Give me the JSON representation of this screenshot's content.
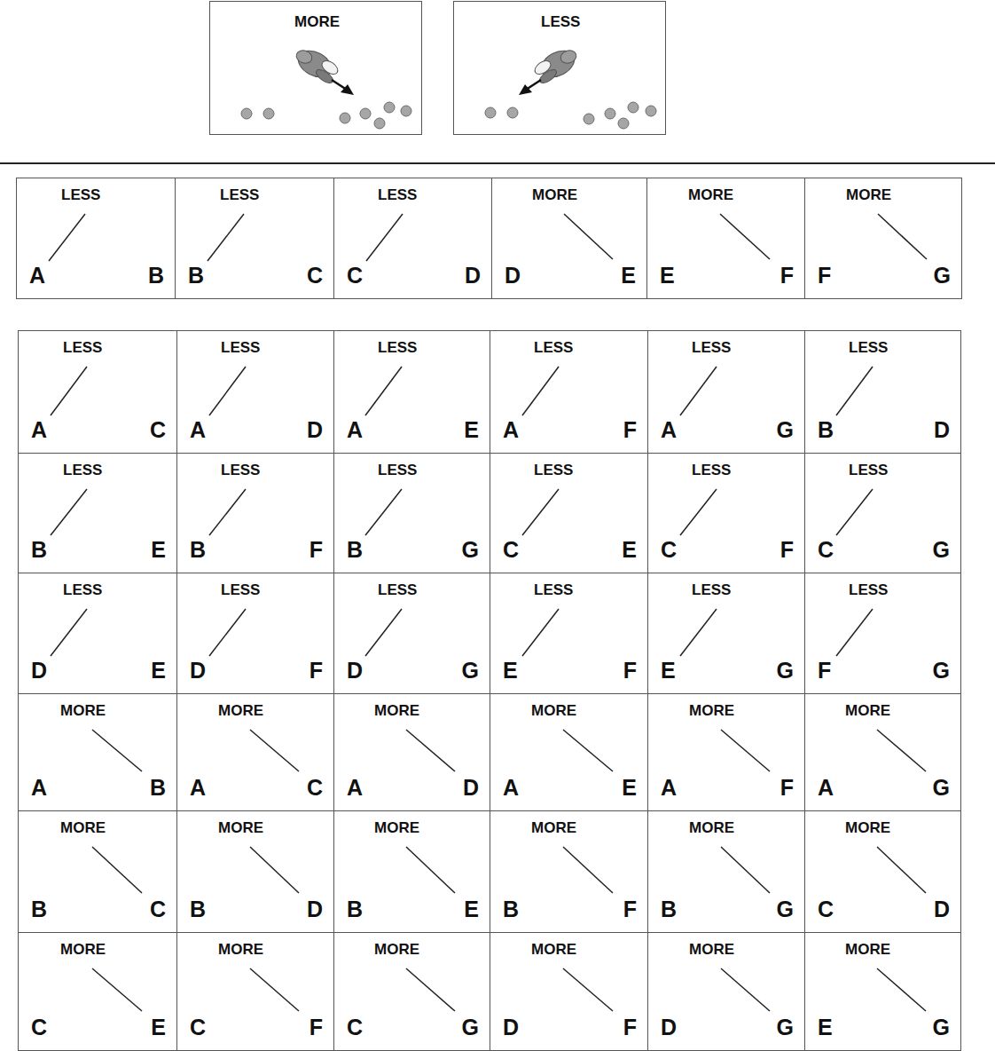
{
  "diagram": {
    "nodes": [
      {
        "text": [
          "MORE"
        ]
      },
      {
        "text": [
          "LESS"
        ]
      },
      {
        "text": [
          "LESS",
          "A",
          "B"
        ]
      },
      {
        "text": [
          "LESS",
          "B",
          "C"
        ]
      },
      {
        "text": [
          "LESS",
          "C",
          "D"
        ]
      },
      {
        "text": [
          "MORE",
          "D",
          "E"
        ]
      },
      {
        "text": [
          "MORE",
          "E",
          "F"
        ]
      },
      {
        "text": [
          "MORE",
          "F",
          "G"
        ]
      },
      {
        "text": [
          "LESS",
          "A",
          "C"
        ]
      },
      {
        "text": [
          "LESS",
          "A",
          "D"
        ]
      },
      {
        "text": [
          "LESS",
          "A",
          "E"
        ]
      },
      {
        "text": [
          "LESS",
          "A",
          "F"
        ]
      },
      {
        "text": [
          "LESS",
          "A",
          "G"
        ]
      },
      {
        "text": [
          "LESS",
          "B",
          "D"
        ]
      },
      {
        "text": [
          "LESS",
          "B",
          "E"
        ]
      },
      {
        "text": [
          "LESS",
          "B",
          "F"
        ]
      },
      {
        "text": [
          "LESS",
          "B",
          "G"
        ]
      },
      {
        "text": [
          "LESS",
          "C",
          "E"
        ]
      },
      {
        "text": [
          "LESS",
          "C",
          "F"
        ]
      },
      {
        "text": [
          "LESS",
          "C",
          "G"
        ]
      },
      {
        "text": [
          "LESS",
          "D",
          "E"
        ]
      },
      {
        "text": [
          "LESS",
          "D",
          "F"
        ]
      },
      {
        "text": [
          "LESS",
          "D",
          "G"
        ]
      },
      {
        "text": [
          "LESS",
          "E",
          "F"
        ]
      },
      {
        "text": [
          "LESS",
          "E",
          "G"
        ]
      },
      {
        "text": [
          "LESS",
          "F",
          "G"
        ]
      },
      {
        "text": [
          "MORE",
          "A",
          "B"
        ]
      },
      {
        "text": [
          "MORE",
          "A",
          "C"
        ]
      },
      {
        "text": [
          "MORE",
          "A",
          "D"
        ]
      },
      {
        "text": [
          "MORE",
          "A",
          "E"
        ]
      },
      {
        "text": [
          "MORE",
          "A",
          "F"
        ]
      },
      {
        "text": [
          "MORE",
          "A",
          "G"
        ]
      },
      {
        "text": [
          "MORE",
          "B",
          "C"
        ]
      },
      {
        "text": [
          "MORE",
          "B",
          "D"
        ]
      },
      {
        "text": [
          "MORE",
          "B",
          "E"
        ]
      },
      {
        "text": [
          "MORE",
          "B",
          "F"
        ]
      },
      {
        "text": [
          "MORE",
          "B",
          "G"
        ]
      },
      {
        "text": [
          "MORE",
          "C",
          "D"
        ]
      },
      {
        "text": [
          "MORE",
          "C",
          "E"
        ]
      },
      {
        "text": [
          "MORE",
          "C",
          "F"
        ]
      },
      {
        "text": [
          "MORE",
          "C",
          "G"
        ]
      },
      {
        "text": [
          "MORE",
          "D",
          "F"
        ]
      },
      {
        "text": [
          "MORE",
          "D",
          "G"
        ]
      },
      {
        "text": [
          "MORE",
          "E",
          "G"
        ]
      }
    ]
  }
}
